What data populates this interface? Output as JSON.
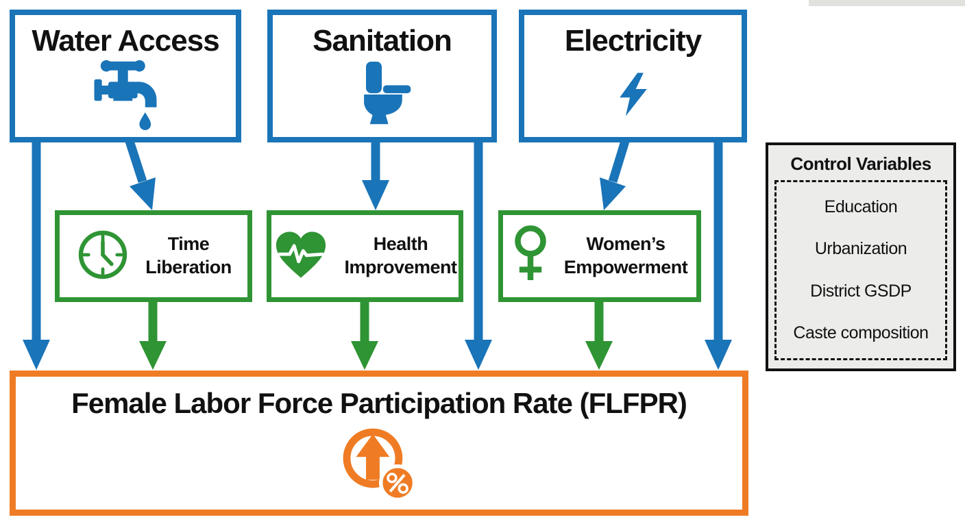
{
  "figure": {
    "type": "conceptual-framework-diagram",
    "colors": {
      "infrastructure_blue": "#1a74b8",
      "mechanism_green": "#2f9434",
      "outcome_orange": "#ef7c24",
      "text_black": "#111111",
      "control_panel_bg": "#ececeb"
    }
  },
  "top_boxes": [
    {
      "label": "Water Access",
      "icon": "faucet-icon"
    },
    {
      "label": "Sanitation",
      "icon": "toilet-icon"
    },
    {
      "label": "Electricity",
      "icon": "lightning-bolt-icon"
    }
  ],
  "mediator_boxes": [
    {
      "line1": "Time",
      "line2": "Liberation",
      "icon": "clock-icon"
    },
    {
      "line1": "Health",
      "line2": "Improvement",
      "icon": "heart-pulse-icon"
    },
    {
      "line1": "Women’s",
      "line2": "Empowerment",
      "icon": "female-symbol-icon"
    }
  ],
  "outcome_box": {
    "label": "Female Labor Force Participation Rate (FLFPR)",
    "icon": "increase-percent-icon"
  },
  "control_panel": {
    "title": "Control Variables",
    "items": [
      "Education",
      "Urbanization",
      "District GSDP",
      "Caste composition"
    ]
  }
}
